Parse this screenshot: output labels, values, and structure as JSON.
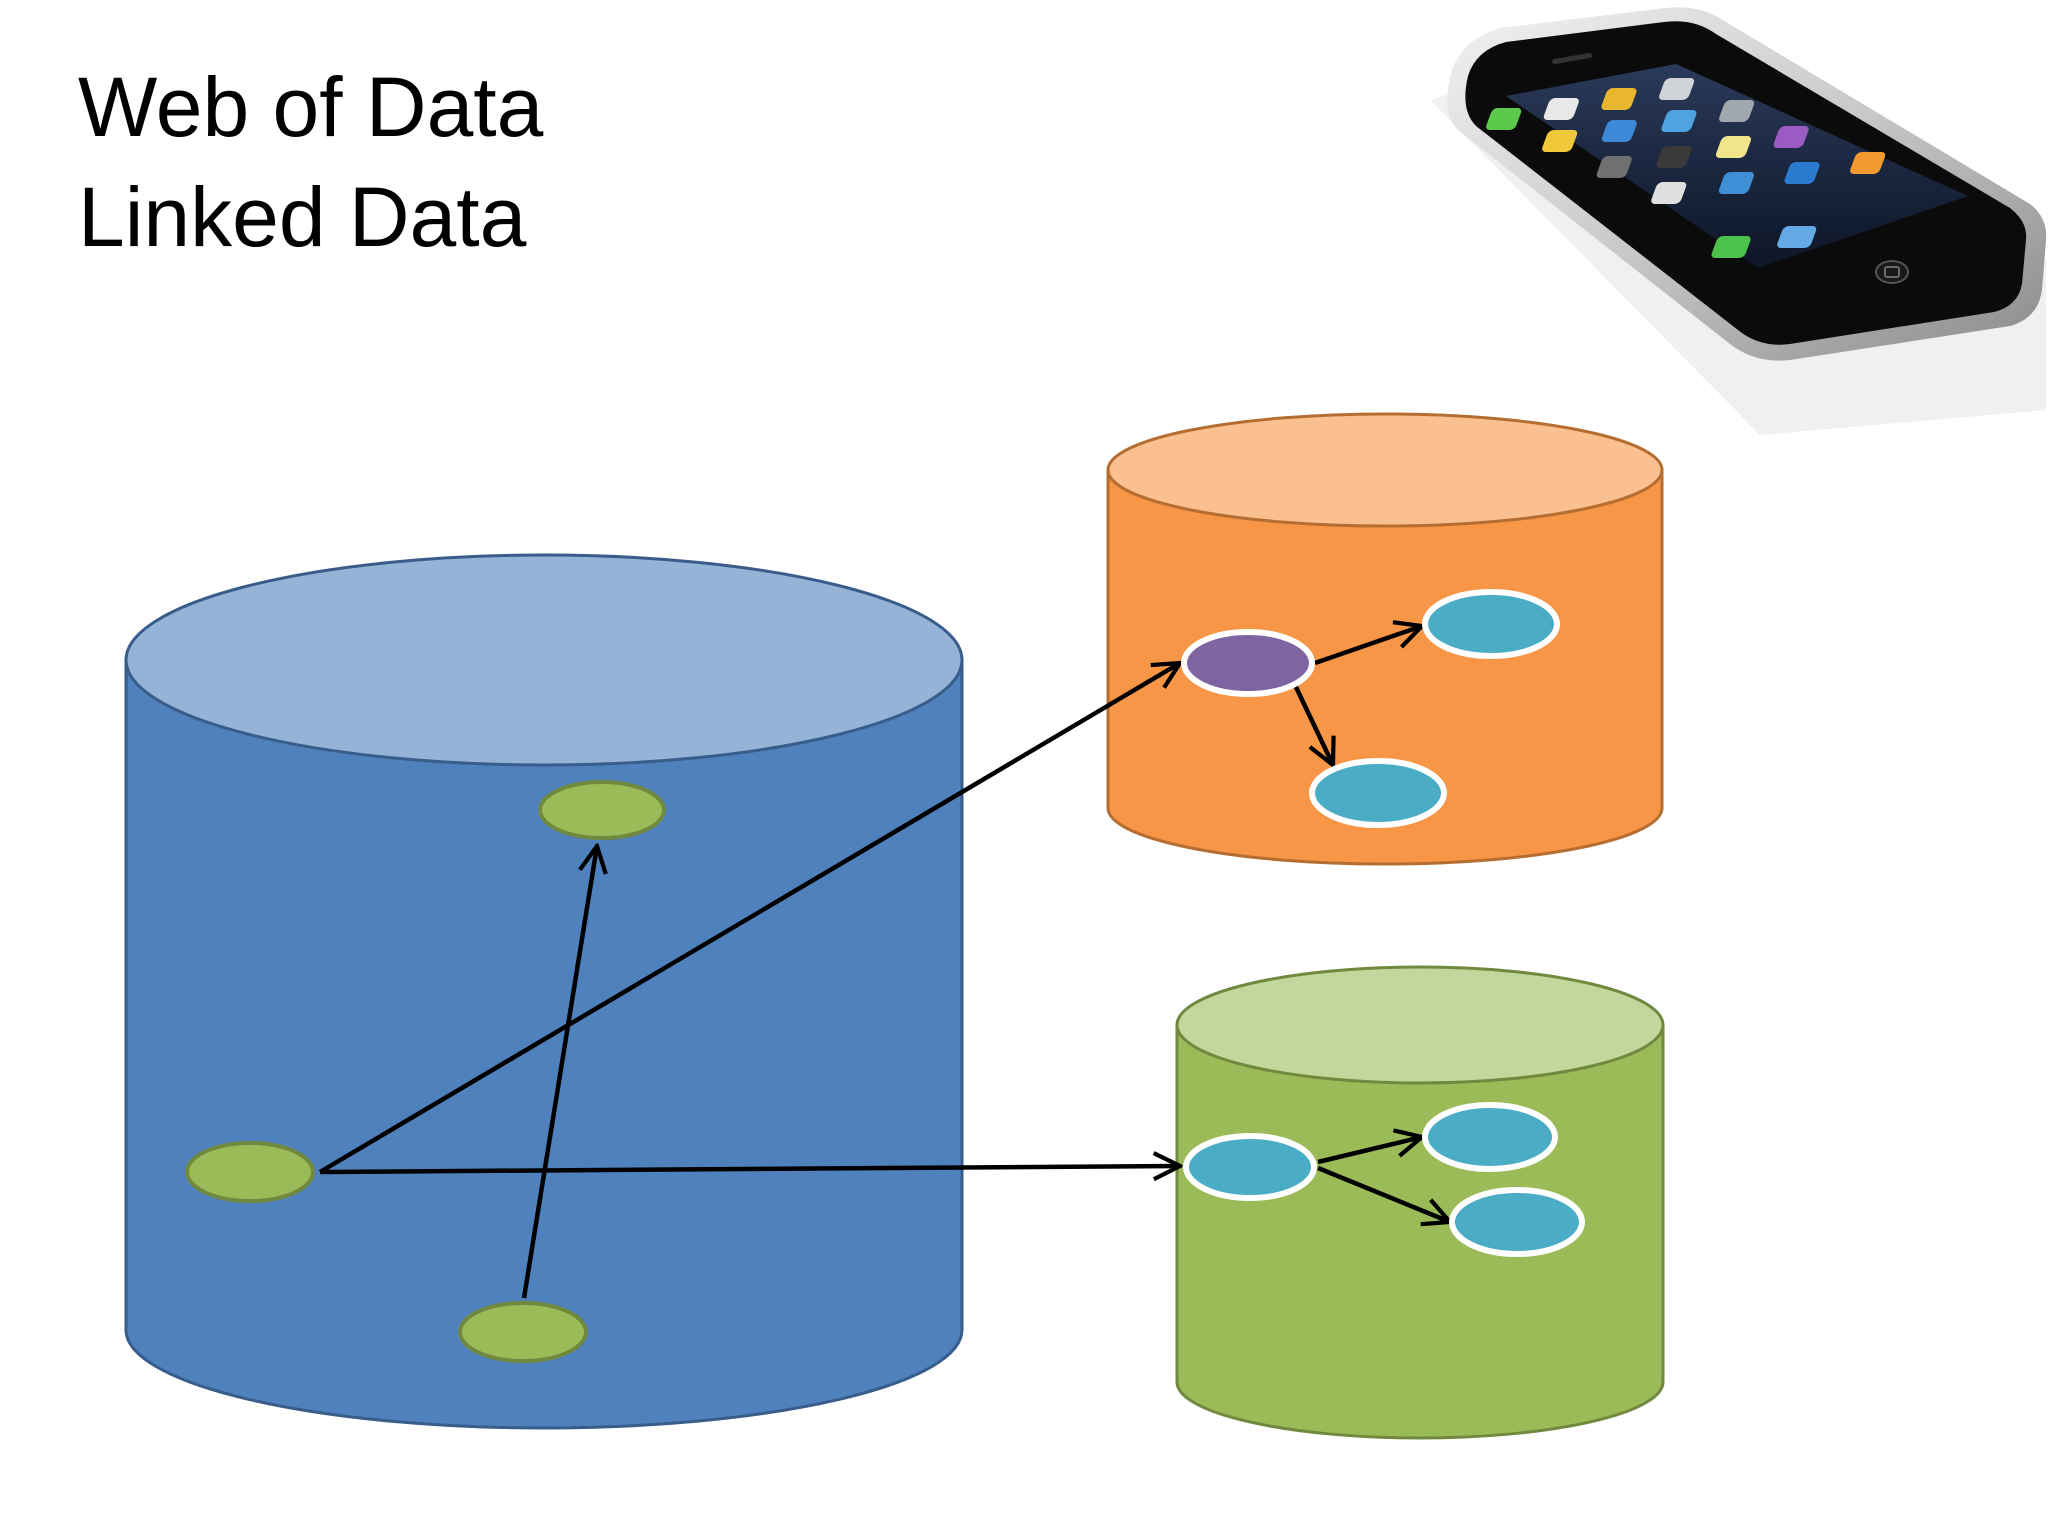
{
  "slide": {
    "title_line1": "Web of Data",
    "title_line2": "Linked Data"
  },
  "diagram": {
    "databases": [
      {
        "id": "left-database",
        "color": "#4f81bd",
        "top_color": "#95b3d7"
      },
      {
        "id": "orange-database",
        "color": "#f79646",
        "top_color": "#fac090"
      },
      {
        "id": "green-database",
        "color": "#9bbb59",
        "top_color": "#c3d69b"
      }
    ],
    "node_colors": {
      "green": "#9bbb59",
      "purple": "#8064a2",
      "teal": "#4bacc6"
    },
    "edges": [
      {
        "from": "left-node-bottom",
        "to": "left-node-top"
      },
      {
        "from": "left-node-left",
        "to": "orange-node-purple"
      },
      {
        "from": "left-node-left",
        "to": "green-node-source"
      },
      {
        "from": "orange-node-purple",
        "to": "orange-node-teal-1"
      },
      {
        "from": "orange-node-purple",
        "to": "orange-node-teal-2"
      },
      {
        "from": "green-node-source",
        "to": "green-node-teal-1"
      },
      {
        "from": "green-node-source",
        "to": "green-node-teal-2"
      }
    ]
  },
  "phone": {
    "icon": "smartphone-icon"
  }
}
